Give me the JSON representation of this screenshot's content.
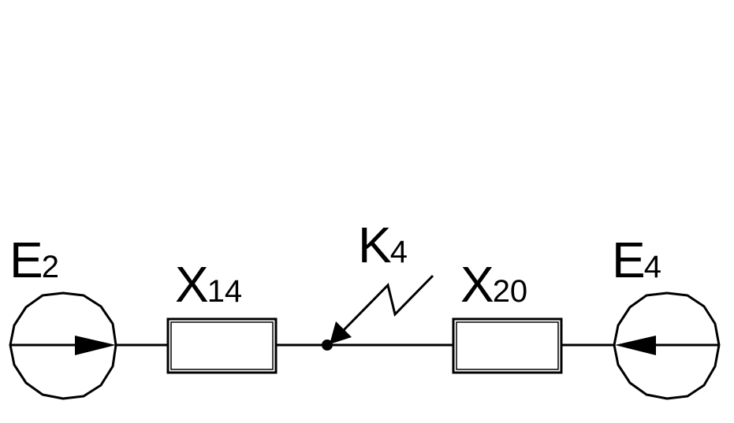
{
  "labels": {
    "source_left": {
      "main": "E",
      "sub": "2"
    },
    "source_right": {
      "main": "E",
      "sub": "4"
    },
    "reactance_left": {
      "main": "X",
      "sub": "14"
    },
    "reactance_right": {
      "main": "X",
      "sub": "20"
    },
    "fault_point": {
      "main": "K",
      "sub": "4"
    }
  },
  "colors": {
    "stroke": "#000000",
    "background": "#ffffff"
  }
}
